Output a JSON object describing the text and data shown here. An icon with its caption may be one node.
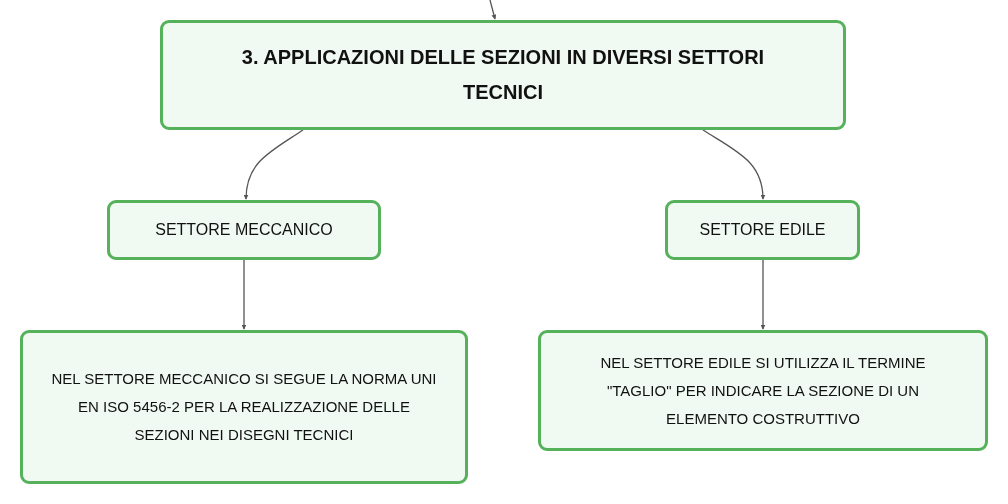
{
  "diagram": {
    "nodes": [
      {
        "text": [
          "3. APPLICAZIONI DELLE SEZIONI IN DIVERSI SETTORI TECNICI"
        ]
      },
      {
        "text": [
          "SETTORE MECCANICO"
        ]
      },
      {
        "text": [
          "SETTORE EDILE"
        ]
      },
      {
        "text": [
          "NEL SETTORE MECCANICO SI SEGUE LA NORMA UNI EN ISO 5456-2 PER LA REALIZZAZIONE DELLE SEZIONI NEI DISEGNI TECNICI"
        ]
      },
      {
        "text": [
          "NEL SETTORE EDILE SI UTILIZZA IL TERMINE \"TAGLIO\" PER INDICARE LA SEZIONE DI UN ELEMENTO COSTRUTTIVO"
        ]
      }
    ],
    "edges": [
      {
        "from": null,
        "to": 0,
        "arrow": "to"
      },
      {
        "from": 0,
        "to": 1,
        "arrow": "to"
      },
      {
        "from": 0,
        "to": 2,
        "arrow": "to"
      },
      {
        "from": 1,
        "to": 3,
        "arrow": "to"
      },
      {
        "from": 2,
        "to": 4,
        "arrow": "to"
      }
    ]
  }
}
